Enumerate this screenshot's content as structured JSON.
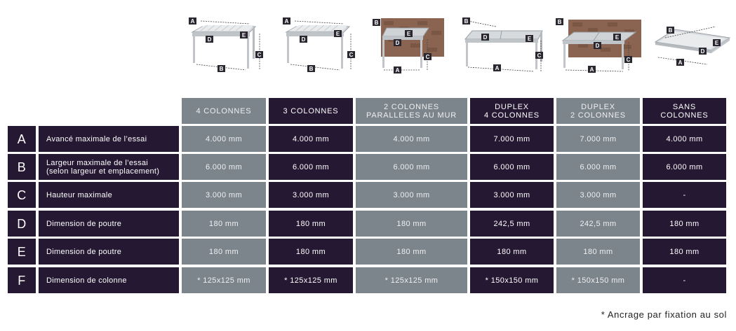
{
  "illustrations": [
    {
      "name": "4-colonnes",
      "markers": [
        "A",
        "B",
        "C",
        "D",
        "E"
      ]
    },
    {
      "name": "3-colonnes",
      "markers": [
        "A",
        "B",
        "C",
        "D",
        "E"
      ]
    },
    {
      "name": "2-colonnes-paralleles-au-mur",
      "markers": [
        "A",
        "B",
        "C",
        "D",
        "E"
      ]
    },
    {
      "name": "duplex-4-colonnes",
      "markers": [
        "A",
        "B",
        "C",
        "D",
        "E"
      ]
    },
    {
      "name": "duplex-2-colonnes",
      "markers": [
        "A",
        "B",
        "C",
        "D",
        "E"
      ]
    },
    {
      "name": "sans-colonnes",
      "markers": [
        "A",
        "B",
        "D",
        "E"
      ]
    }
  ],
  "columns": [
    {
      "line1": "4 COLONNES",
      "line2": ""
    },
    {
      "line1": "3 COLONNES",
      "line2": ""
    },
    {
      "line1": "2 COLONNES",
      "line2": "PARALLELES AU MUR"
    },
    {
      "line1": "DUPLEX",
      "line2": "4 COLONNES"
    },
    {
      "line1": "DUPLEX",
      "line2": "2 COLONNES"
    },
    {
      "line1": "SANS",
      "line2": "COLONNES"
    }
  ],
  "rows": [
    {
      "letter": "A",
      "label1": "Avancé maximale de l’essai",
      "label2": "",
      "values": [
        "4.000 mm",
        "4.000 mm",
        "4.000 mm",
        "7.000 mm",
        "7.000 mm",
        "4.000 mm"
      ]
    },
    {
      "letter": "B",
      "label1": "Largeur maximale de l’essai",
      "label2": "(selon largeur et emplacement)",
      "values": [
        "6.000 mm",
        "6.000 mm",
        "6.000 mm",
        "6.000 mm",
        "6.000 mm",
        "6.000 mm"
      ]
    },
    {
      "letter": "C",
      "label1": "Hauteur maximale",
      "label2": "",
      "values": [
        "3.000 mm",
        "3.000 mm",
        "3.000 mm",
        "3.000 mm",
        "3.000 mm",
        "-"
      ]
    },
    {
      "letter": "D",
      "label1": "Dimension de poutre",
      "label2": "",
      "values": [
        "180 mm",
        "180 mm",
        "180 mm",
        "242,5 mm",
        "242,5 mm",
        "180 mm"
      ]
    },
    {
      "letter": "E",
      "label1": "Dimension de poutre",
      "label2": "",
      "values": [
        "180 mm",
        "180 mm",
        "180 mm",
        "180 mm",
        "180 mm",
        "180 mm"
      ]
    },
    {
      "letter": "F",
      "label1": "Dimension de colonne",
      "label2": "",
      "values": [
        "* 125x125 mm",
        "* 125x125 mm",
        "* 125x125 mm",
        "* 150x150 mm",
        "* 150x150 mm",
        "-"
      ]
    }
  ],
  "footnote": "* Ancrage par fixation au sol",
  "colors": {
    "dark": "#241832",
    "grey": "#7c858c",
    "marker": "#2a2730"
  }
}
